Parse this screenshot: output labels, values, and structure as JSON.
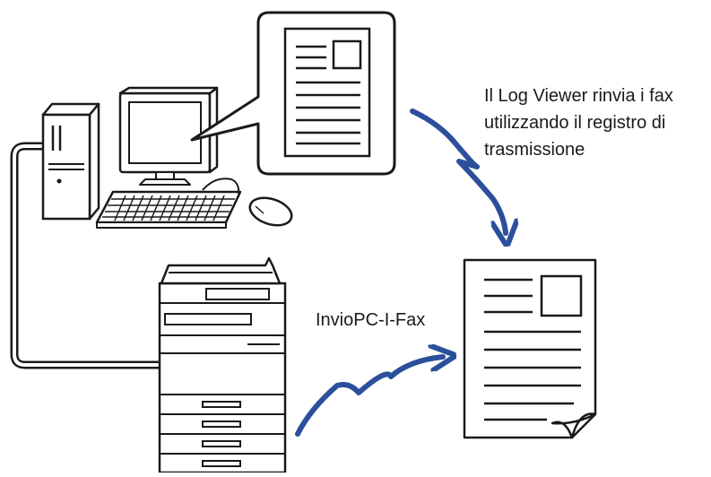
{
  "labels": {
    "resend_line1": "Il Log Viewer rinvia i fax",
    "resend_line2": "utilizzando il registro di",
    "resend_line3": "trasmissione",
    "pc_ifax": "InvioPC-I-Fax"
  },
  "colors": {
    "arrow": "#2c4f9c",
    "outline": "#1a1a1a",
    "fill": "#ffffff"
  },
  "icons": [
    "computer-tower-icon",
    "monitor-icon",
    "keyboard-icon",
    "mouse-icon",
    "document-icon",
    "multifunction-printer-icon",
    "lightning-arrow-icon"
  ]
}
